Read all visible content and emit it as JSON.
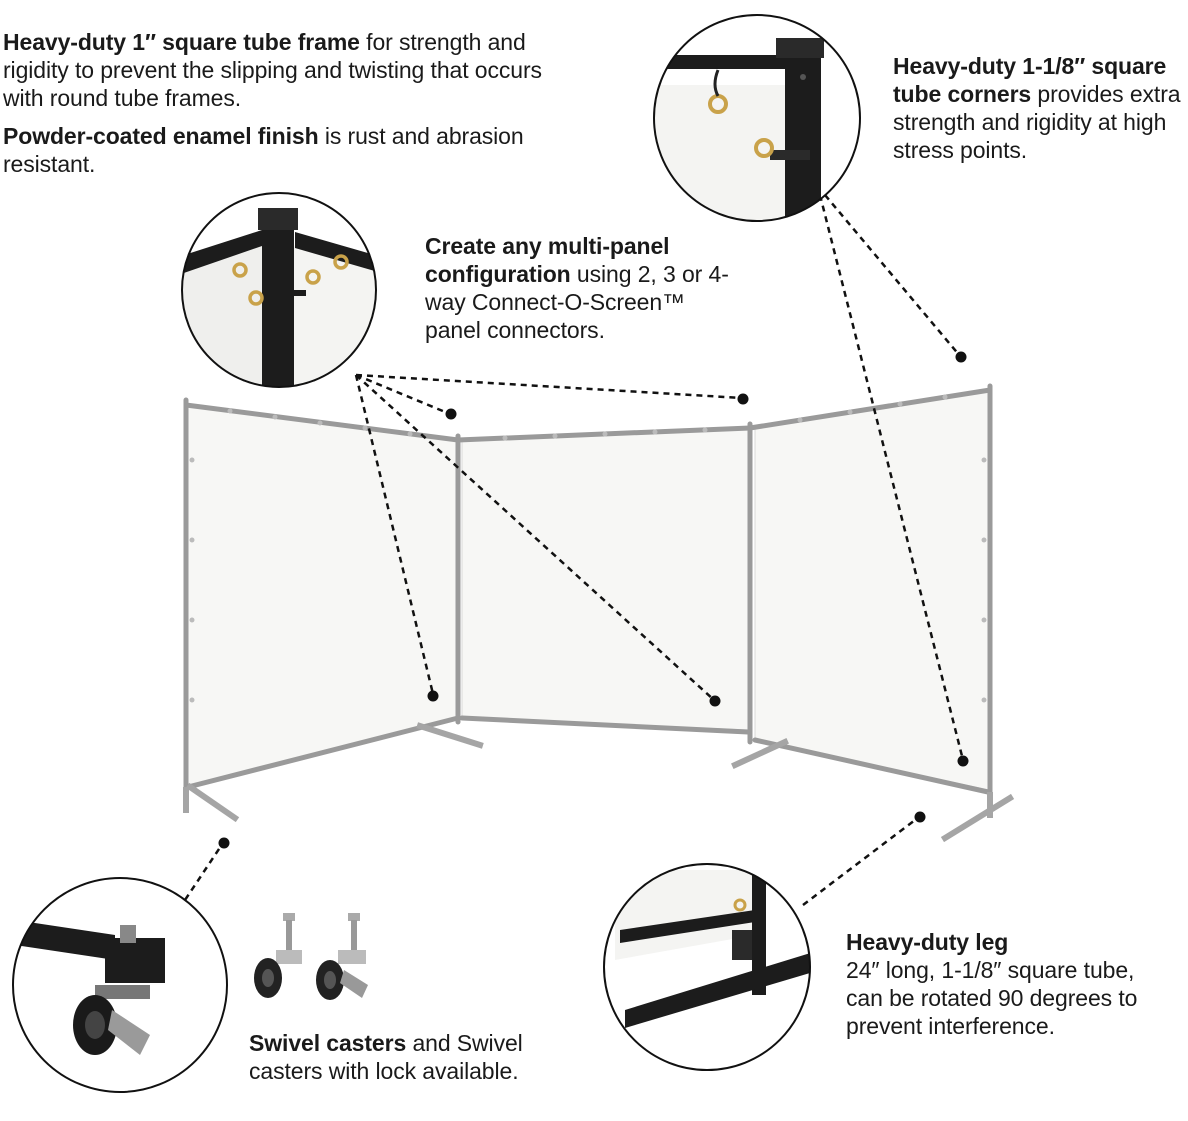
{
  "callouts": {
    "frame": {
      "bold1": "Heavy-duty 1″ square tube frame",
      "rest1": " for strength and rigidity to prevent the slipping and twisting that occurs with round tube frames.",
      "bold2": "Powder-coated enamel finish",
      "rest2": " is rust and abrasion resistant."
    },
    "corners": {
      "bold": "Heavy-duty 1-1/8″ square tube corners",
      "rest": " provides extra strength and rigidity at high stress points."
    },
    "config": {
      "bold": "Create any multi-panel configuration",
      "rest": " using 2, 3 or 4-way Connect-O-Screen™ panel connectors."
    },
    "leg": {
      "bold": "Heavy-duty leg",
      "rest": "24″ long, 1-1/8″ square tube, can be rotated 90 degrees to prevent interference."
    },
    "casters": {
      "bold": "Swivel casters",
      "rest": " and Swivel casters with lock available."
    }
  },
  "colors": {
    "frame": "#9a9a9a",
    "detail_frame": "#1c1c1c",
    "grommet": "#c9a24a",
    "curtain": "#f7f7f5",
    "leader": "#111111"
  }
}
